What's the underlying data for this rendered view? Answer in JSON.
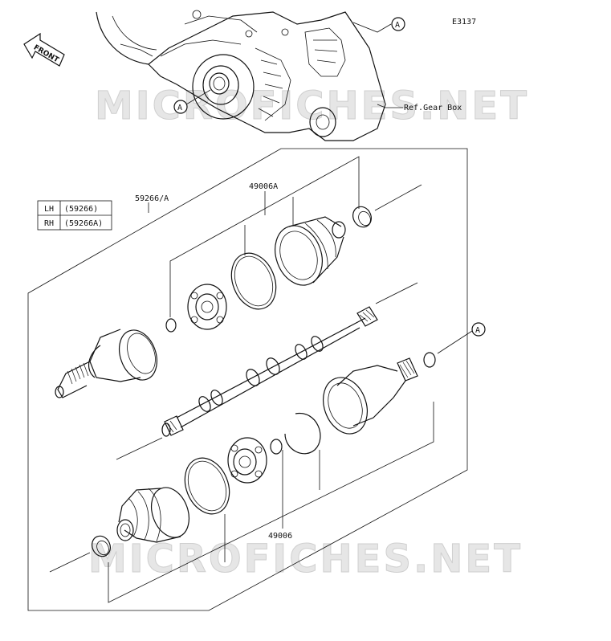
{
  "diagram_code": "E3137",
  "front_label": "FRONT",
  "ref_label": "Ref.Gear Box",
  "callout_letter": "A",
  "watermark": "MICROFICHES.NET",
  "part_numbers": {
    "assembly": "59266/A",
    "boot_kit_top": "49006A",
    "boot_kit_bottom": "49006"
  },
  "lh_rh_table": [
    {
      "side": "LH",
      "part": "(59266)"
    },
    {
      "side": "RH",
      "part": "(59266A)"
    }
  ]
}
